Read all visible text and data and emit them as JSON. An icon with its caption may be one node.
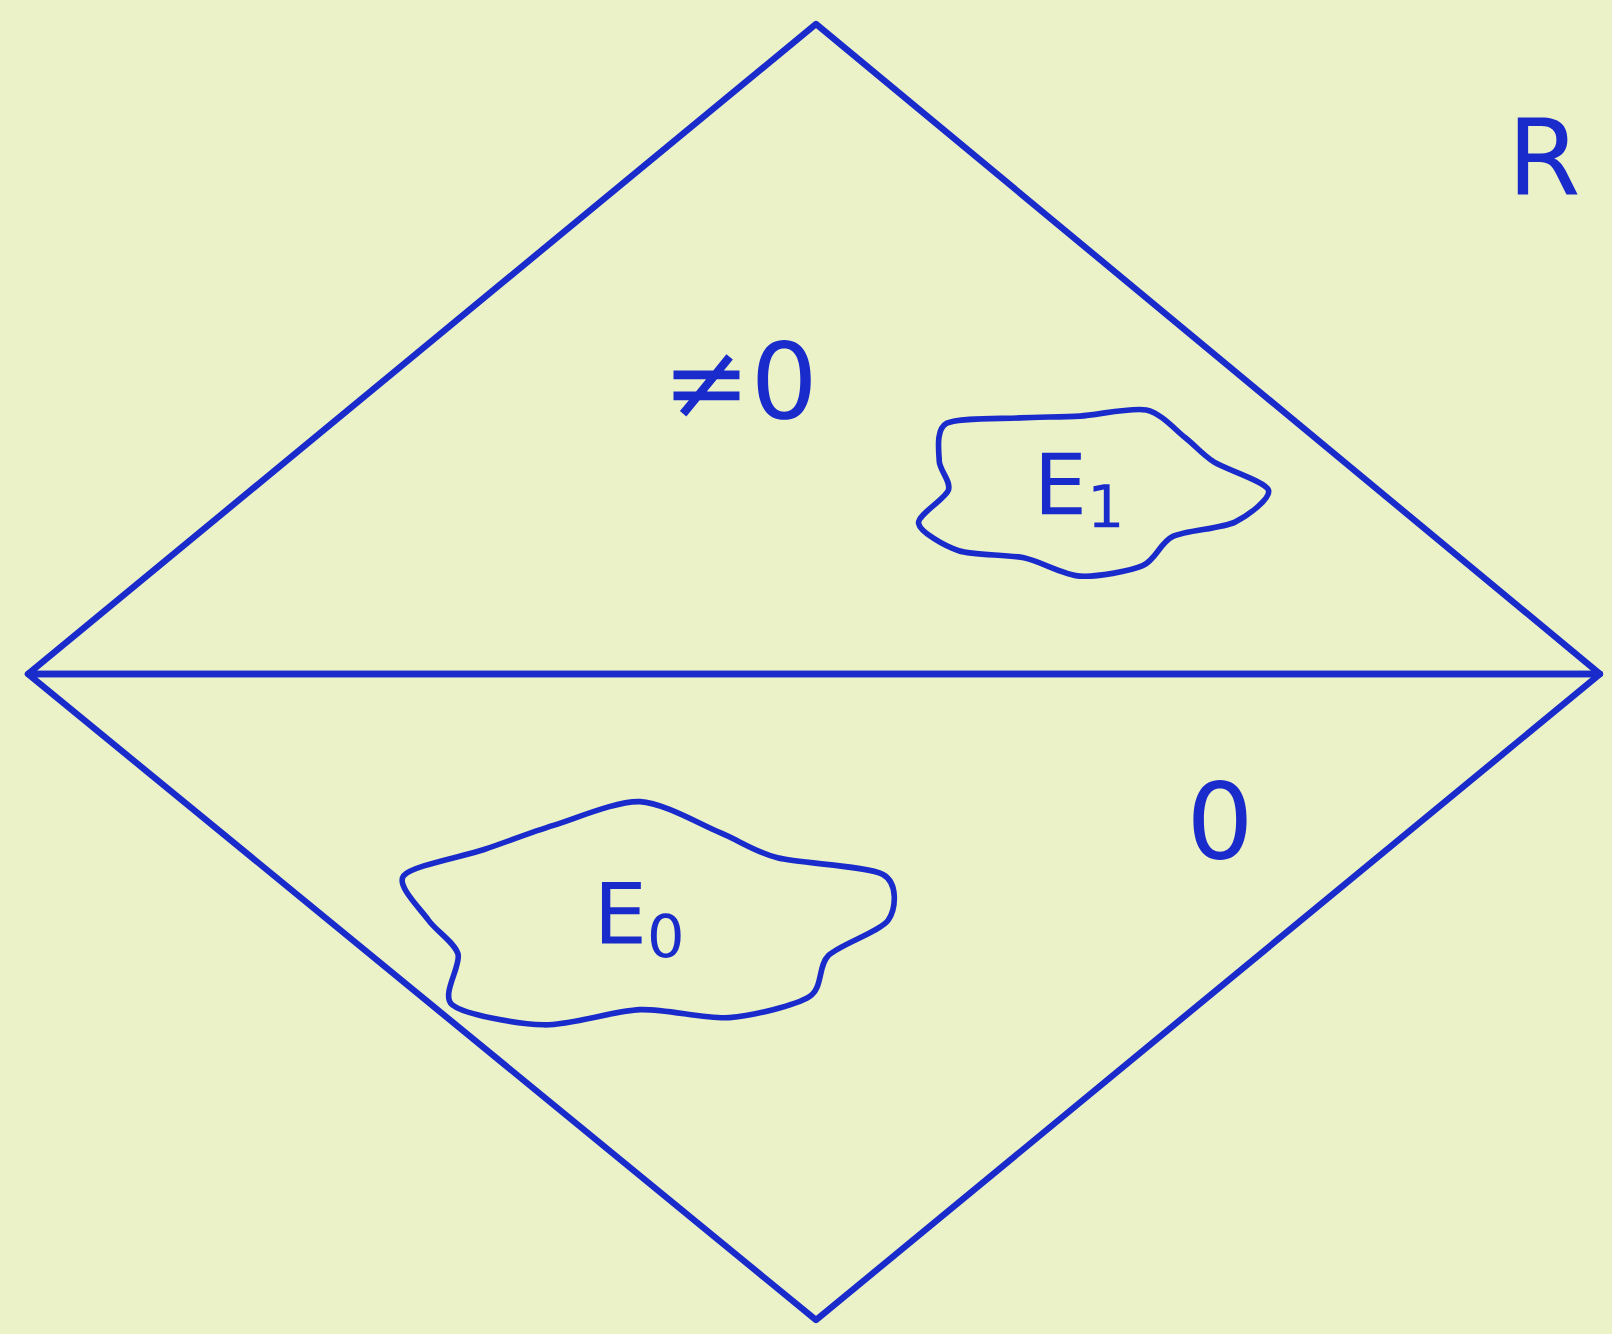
{
  "diagram": {
    "nodes": [
      {
        "text": [
          "≠0"
        ]
      },
      {
        "text": [
          "E$_{1}$"
        ],
        "in": 0
      },
      {
        "text": [
          "0"
        ]
      },
      {
        "text": [
          "E$_{0}$"
        ],
        "in": 2
      }
    ],
    "labels": [
      "R"
    ]
  }
}
